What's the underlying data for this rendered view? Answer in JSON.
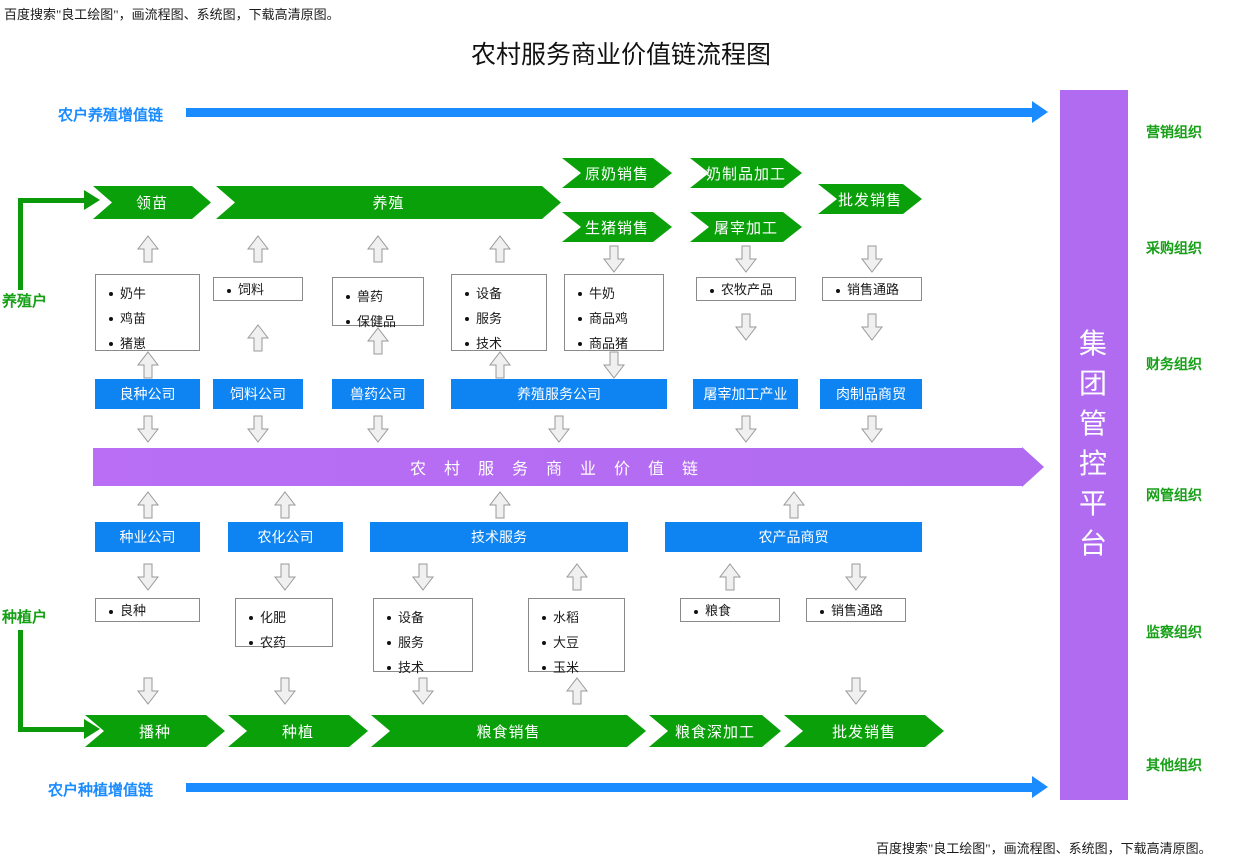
{
  "watermark": {
    "top": "百度搜索\"良工绘图\"，画流程图、系统图，下载高清原图。",
    "bottom": "百度搜索\"良工绘图\"，画流程图、系统图，下载高清原图。"
  },
  "title": "农村服务商业价值链流程图",
  "value_chains": {
    "top_label": "农户养殖增值链",
    "bottom_label": "农户种植增值链"
  },
  "farmers": {
    "breeding": "养殖户",
    "planting": "种植户"
  },
  "breeding_process": [
    {
      "label": "领苗"
    },
    {
      "label": "养殖"
    },
    {
      "label": "原奶销售"
    },
    {
      "label": "奶制品加工"
    },
    {
      "label": "生猪销售"
    },
    {
      "label": "屠宰加工"
    },
    {
      "label": "批发销售"
    }
  ],
  "breeding_inputs": [
    {
      "items": [
        "奶牛",
        "鸡苗",
        "猪崽"
      ]
    },
    {
      "items": [
        "饲料"
      ]
    },
    {
      "items": [
        "兽药",
        "保健品"
      ]
    },
    {
      "items": [
        "设备",
        "服务",
        "技术"
      ]
    },
    {
      "items": [
        "牛奶",
        "商品鸡",
        "商品猪"
      ]
    },
    {
      "items": [
        "农牧产品"
      ]
    },
    {
      "items": [
        "销售通路"
      ]
    }
  ],
  "breeding_companies": [
    {
      "label": "良种公司"
    },
    {
      "label": "饲料公司"
    },
    {
      "label": "兽药公司"
    },
    {
      "label": "养殖服务公司"
    },
    {
      "label": "屠宰加工产业"
    },
    {
      "label": "肉制品商贸"
    }
  ],
  "central_chain": {
    "label": "农 村 服 务 商 业 价 值 链"
  },
  "planting_companies": [
    {
      "label": "种业公司"
    },
    {
      "label": "农化公司"
    },
    {
      "label": "技术服务"
    },
    {
      "label": "农产品商贸"
    }
  ],
  "planting_inputs": [
    {
      "items": [
        "良种"
      ]
    },
    {
      "items": [
        "化肥",
        "农药"
      ]
    },
    {
      "items": [
        "设备",
        "服务",
        "技术"
      ]
    },
    {
      "items": [
        "水稻",
        "大豆",
        "玉米"
      ]
    },
    {
      "items": [
        "粮食"
      ]
    },
    {
      "items": [
        "销售通路"
      ]
    }
  ],
  "planting_process": [
    {
      "label": "播种"
    },
    {
      "label": "种植"
    },
    {
      "label": "粮食销售"
    },
    {
      "label": "粮食深加工"
    },
    {
      "label": "批发销售"
    }
  ],
  "platform": {
    "label": "集团管控平台"
  },
  "organizations": [
    {
      "label": "营销组织"
    },
    {
      "label": "采购组织"
    },
    {
      "label": "财务组织"
    },
    {
      "label": "网管组织"
    },
    {
      "label": "监察组织"
    },
    {
      "label": "其他组织"
    }
  ],
  "colors": {
    "green": "#0aa00a",
    "blue": "#0d84f2",
    "blue_arrow": "#1a8cff",
    "purple": "#b06bf0",
    "org_green": "#17a017"
  }
}
